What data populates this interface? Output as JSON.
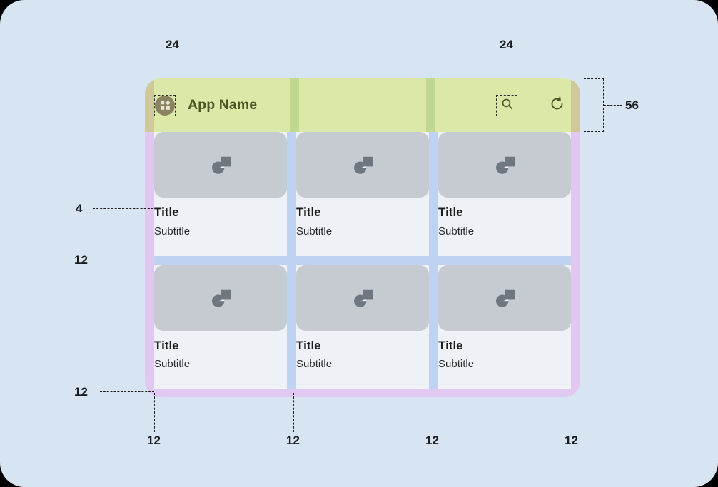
{
  "page": {
    "background_color": "#d7e5f2",
    "frame_background": "#eef1f5"
  },
  "appbar": {
    "title": "App Name",
    "height_spec": "56",
    "background_color": "#dbe8a8",
    "title_color": "#4c5426",
    "logo_icon": "app-grid-logo-icon",
    "search_icon": "search-icon",
    "refresh_icon": "refresh-icon",
    "touch_target_spec": "24"
  },
  "grid": {
    "columns": 3,
    "rows": 2,
    "gutter_color": "#bed2f2",
    "padding_color": "#e0c8f0",
    "cards": [
      {
        "title": "Title",
        "subtitle": "Subtitle",
        "media_icon": "image-placeholder-icon"
      },
      {
        "title": "Title",
        "subtitle": "Subtitle",
        "media_icon": "image-placeholder-icon"
      },
      {
        "title": "Title",
        "subtitle": "Subtitle",
        "media_icon": "image-placeholder-icon"
      },
      {
        "title": "Title",
        "subtitle": "Subtitle",
        "media_icon": "image-placeholder-icon"
      },
      {
        "title": "Title",
        "subtitle": "Subtitle",
        "media_icon": "image-placeholder-icon"
      },
      {
        "title": "Title",
        "subtitle": "Subtitle",
        "media_icon": "image-placeholder-icon"
      }
    ]
  },
  "annotations": {
    "appbar_logo_target": "24",
    "appbar_search_target": "24",
    "appbar_height": "56",
    "media_to_title_gap": "4",
    "row_gap": "12",
    "bottom_padding": "12",
    "bottom_ticks": [
      "12",
      "12",
      "12",
      "12"
    ]
  }
}
